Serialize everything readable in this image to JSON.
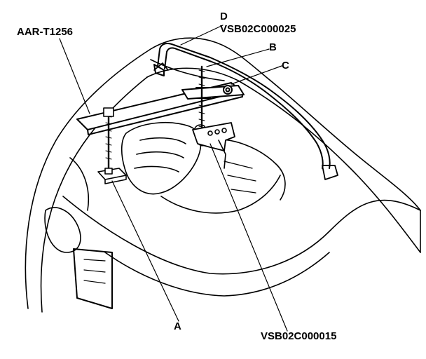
{
  "labels": {
    "tool": "AAR-T1256",
    "d": "D",
    "d_code": "VSB02C000025",
    "b": "B",
    "c": "C",
    "a": "A",
    "bottom_code": "VSB02C000015"
  },
  "colors": {
    "ink": "#000000",
    "paper": "#ffffff"
  }
}
